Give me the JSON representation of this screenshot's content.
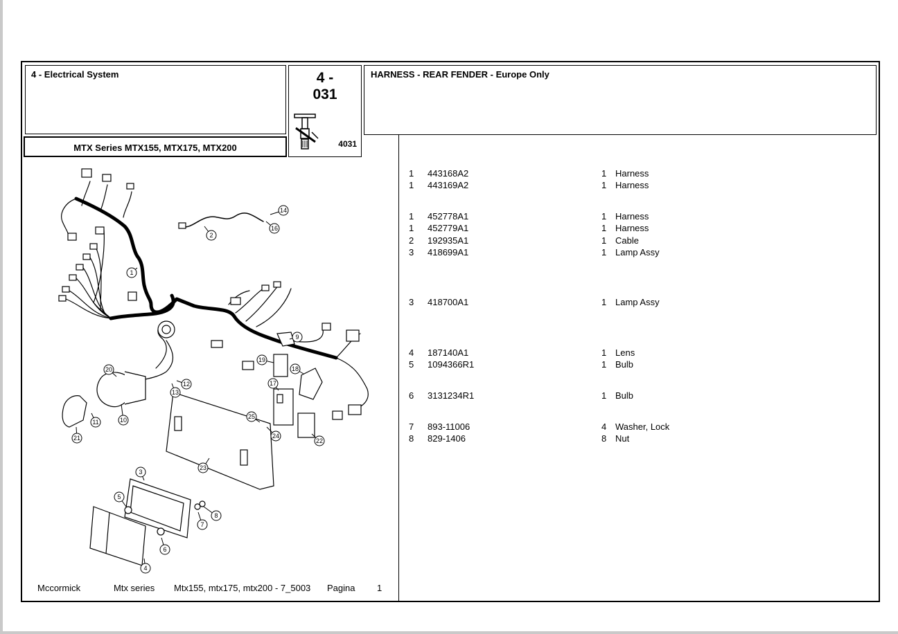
{
  "section": "4 - Electrical System",
  "series": "MTX Series MTX155, MTX175, MTX200",
  "page_code": {
    "line1": "4 -",
    "line2": "031",
    "ref": "4031"
  },
  "title": "HARNESS - REAR FENDER - Europe Only",
  "callouts": [
    "1",
    "2",
    "3",
    "4",
    "5",
    "6",
    "7",
    "8",
    "9",
    "10",
    "11",
    "12",
    "13",
    "14",
    "16",
    "17",
    "18",
    "19",
    "20",
    "21",
    "22",
    "23",
    "24",
    "25"
  ],
  "parts": [
    {
      "ref": "1",
      "part": "443168A2",
      "qty": "1",
      "desc": "Harness"
    },
    {
      "ref": "1",
      "part": "443169A2",
      "qty": "1",
      "desc": "Harness"
    },
    {
      "ref": "1",
      "part": "452778A1",
      "qty": "1",
      "desc": "Harness"
    },
    {
      "ref": "1",
      "part": "452779A1",
      "qty": "1",
      "desc": "Harness"
    },
    {
      "ref": "2",
      "part": "192935A1",
      "qty": "1",
      "desc": "Cable"
    },
    {
      "ref": "3",
      "part": "418699A1",
      "qty": "1",
      "desc": "Lamp Assy"
    },
    {
      "ref": "3",
      "part": "418700A1",
      "qty": "1",
      "desc": "Lamp Assy"
    },
    {
      "ref": "4",
      "part": "187140A1",
      "qty": "1",
      "desc": "Lens"
    },
    {
      "ref": "5",
      "part": "1094366R1",
      "qty": "1",
      "desc": "Bulb"
    },
    {
      "ref": "6",
      "part": "3131234R1",
      "qty": "1",
      "desc": "Bulb"
    },
    {
      "ref": "7",
      "part": "893-11006",
      "qty": "4",
      "desc": "Washer, Lock"
    },
    {
      "ref": "8",
      "part": "829-1406",
      "qty": "8",
      "desc": "Nut"
    }
  ],
  "footer": {
    "brand": "Mccormick",
    "series": "Mtx series",
    "models": "Mtx155, mtx175, mtx200 - 7_5003",
    "page_label": "Pagina",
    "page_number": "1"
  }
}
